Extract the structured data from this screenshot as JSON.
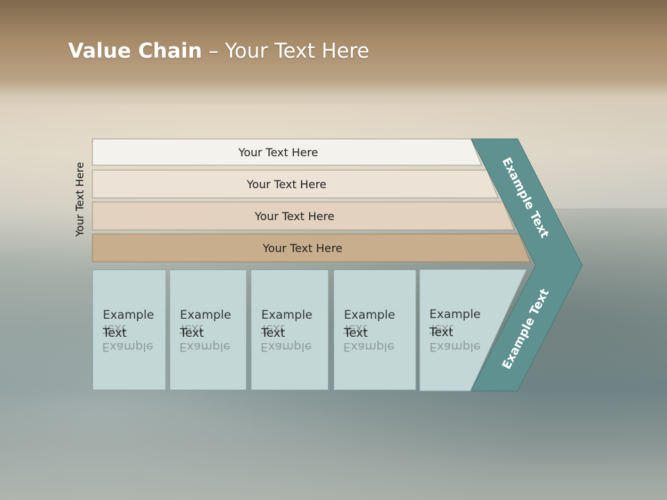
{
  "title": {
    "bold": "Value Chain",
    "rest": " – Your Text Here"
  },
  "side_label": "Your Text Here",
  "bands": [
    "Your Text Here",
    "Your Text Here",
    "Your Text Here",
    "Your Text Here"
  ],
  "boxes": [
    [
      "Example",
      "Text"
    ],
    [
      "Example",
      "Text"
    ],
    [
      "Example",
      "Text"
    ],
    [
      "Example",
      "Text"
    ],
    [
      "Example",
      "Text"
    ]
  ],
  "chevron_top": "Example Text",
  "chevron_bottom": "Example Text",
  "colors": {
    "band_fills": [
      "#f4f2ec",
      "#ece2d6",
      "#e2d2bf",
      "#c9ae8d"
    ],
    "box_fill": "#c3d7d6",
    "chevron": "#5f9190"
  }
}
